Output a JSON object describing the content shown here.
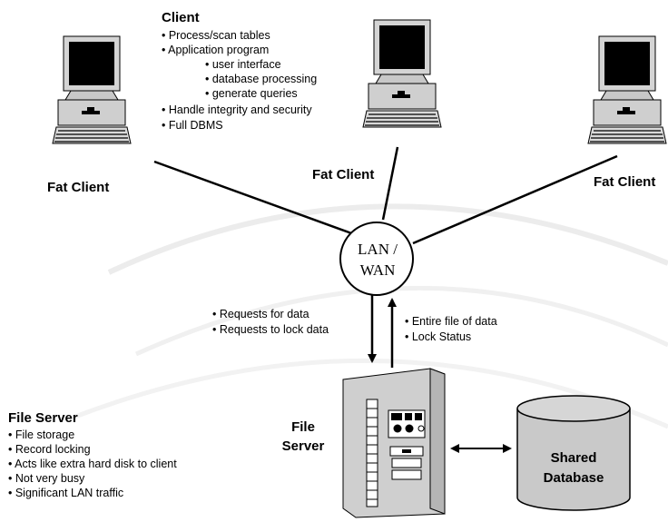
{
  "client_panel": {
    "title": "Client",
    "items": [
      "• Process/scan tables",
      "• Application program"
    ],
    "subitems": [
      "• user interface",
      "• database processing",
      "• generate queries"
    ],
    "items2": [
      "• Handle integrity and security",
      "• Full DBMS"
    ]
  },
  "clients": {
    "left_label": "Fat Client",
    "center_label": "Fat Client",
    "right_label": "Fat Client"
  },
  "network": {
    "line1": "LAN /",
    "line2": "WAN"
  },
  "requests": [
    "• Requests for data",
    "• Requests to lock data"
  ],
  "responses": [
    "• Entire file of data",
    "• Lock Status"
  ],
  "file_server_label": {
    "line1": "File",
    "line2": "Server"
  },
  "file_server_panel": {
    "title": "File Server",
    "items": [
      "• File storage",
      "• Record locking",
      "• Acts like extra hard disk to client",
      "• Not very busy",
      "• Significant LAN traffic"
    ]
  },
  "database": {
    "line1": "Shared",
    "line2": "Database"
  }
}
